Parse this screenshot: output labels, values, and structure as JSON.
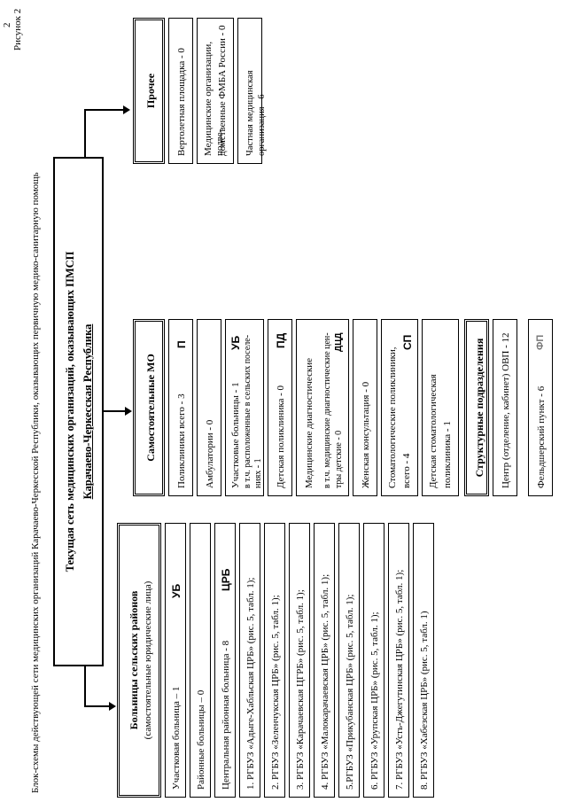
{
  "page_number": "2",
  "figure_label": "Рисунок 2",
  "caption": "Блок-схемы действующей сети медицинских организаций Карачаево-Черкесской Республики, оказывающих первичную медико-санитарную помощь",
  "top": {
    "line1": "Текущая сеть медицинских организаций, оказывающих ПМСП",
    "line2": "Карачаево-Черкесская Республика"
  },
  "left": {
    "header_line1": "Больницы сельских районов",
    "header_line2": "(самостоятельные юридические лица)",
    "items": [
      {
        "text": "Участковая больница – 1",
        "mark": "УБ"
      },
      {
        "text": "Районные больницы – 0",
        "mark": ""
      },
      {
        "text": "Центральная районная больница - 8",
        "mark": "ЦРБ"
      },
      {
        "text": "1. РГБУЗ «Адыге-Хабльская ЦРБ» (рис. 5, табл. 1);",
        "mark": ""
      },
      {
        "text": "2. РГБУЗ «Зеленчукская ЦРБ» (рис. 5, табл. 1);",
        "mark": ""
      },
      {
        "text": "3. РГБУЗ «Карачаевская ЦГРБ» (рис. 5, табл. 1);",
        "mark": ""
      },
      {
        "text": "4. РГБУЗ «Малокарачаевская ЦРБ» (рис. 5, табл. 1);",
        "mark": ""
      },
      {
        "text": "5.РГБУЗ «Прикубанская ЦРБ» (рис. 5, табл. 1);",
        "mark": ""
      },
      {
        "text": "6. РГБУЗ «Урупская ЦРБ» (рис. 5, табл. 1);",
        "mark": ""
      },
      {
        "text": "7. РГБУЗ «Усть-Джегутинская ЦРБ» (рис. 5, табл. 1);",
        "mark": ""
      },
      {
        "text": "8. РГБУЗ «Хабезская ЦРБ» (рис. 5, табл. 1)",
        "mark": ""
      }
    ]
  },
  "middle": {
    "header": "Самостоятельные МО",
    "items": [
      {
        "text": "Поликлиники всего - 3",
        "mark": "П"
      },
      {
        "text": "Амбулатории - 0",
        "mark": ""
      },
      {
        "text": "Участковые больницы - 1",
        "mark": "УБ",
        "sub1": "в т.ч. расположенные в сельских поселе-",
        "sub2": "ниях - 1"
      },
      {
        "text": "Детская поликлиника - 0",
        "mark": "ПД"
      },
      {
        "text": "Медицинские диагностические",
        "mark": "",
        "sub1": "в т.ч. медицинские диагностические цен-",
        "sub2": "тры детские - 0",
        "sub_mark": "ДЦД"
      },
      {
        "text": "Женская консультация - 0",
        "mark": ""
      },
      {
        "text": "Стоматологические поликлиники,",
        "mark": "СП",
        "sub1": "всего - 4"
      },
      {
        "text": "Детская стоматологическая",
        "mark": "",
        "sub1": "поликлиника - 1"
      }
    ],
    "structural_header": "Структурные подразделения",
    "structural_items": [
      {
        "text": "Центр (отделение, кабинет) ОВП - 12",
        "mark": ""
      },
      {
        "text": "Фельдшерский пункт - 6",
        "mark": "ФП"
      }
    ]
  },
  "right": {
    "header": "Прочее",
    "items": [
      {
        "line1": "Вертолетная площадка - 0",
        "line2": ""
      },
      {
        "line1": "Медицинские организации, подве-",
        "line2": "домственные ФМБА России - 0"
      },
      {
        "line1": "Частная медицинская организация - 6",
        "line2": ""
      }
    ]
  }
}
